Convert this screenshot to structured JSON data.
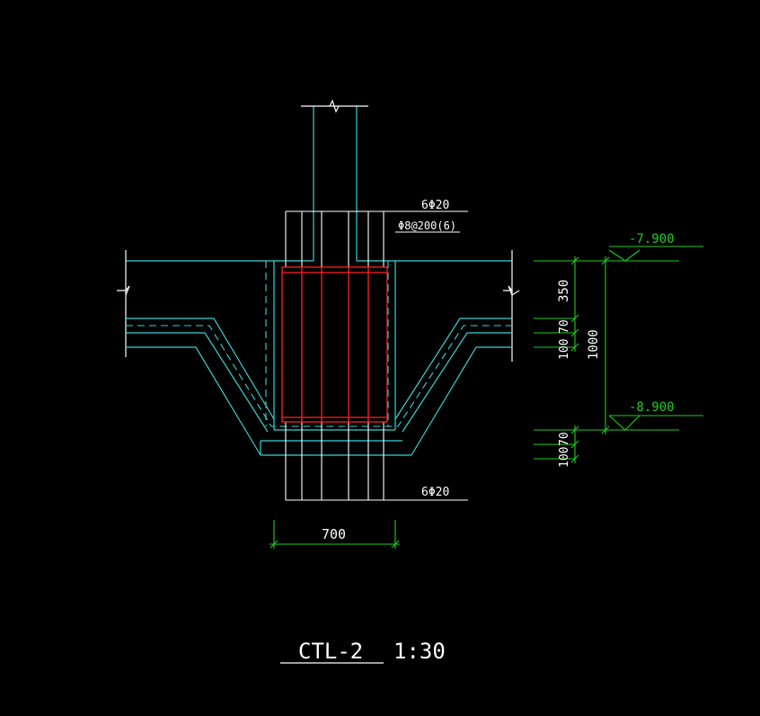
{
  "labels": {
    "top_rebar": "6Φ20",
    "stirrup": "Φ8@200(6)",
    "bottom_rebar": "6Φ20",
    "width_dim": "700",
    "dim_350": "350",
    "dim_100_top": "100",
    "dim_70_top": "70",
    "dim_1000": "1000",
    "dim_100_bot": "100",
    "dim_70_bot": "70",
    "elev_top": "-7.900",
    "elev_bottom": "-8.900",
    "title": "CTL-2",
    "scale": "1:30"
  },
  "colors": {
    "background": "#000000",
    "concrete": "#35d4d4",
    "rebar": "#ff2020",
    "annotation": "#ffffff",
    "dimension": "#22cc22"
  }
}
